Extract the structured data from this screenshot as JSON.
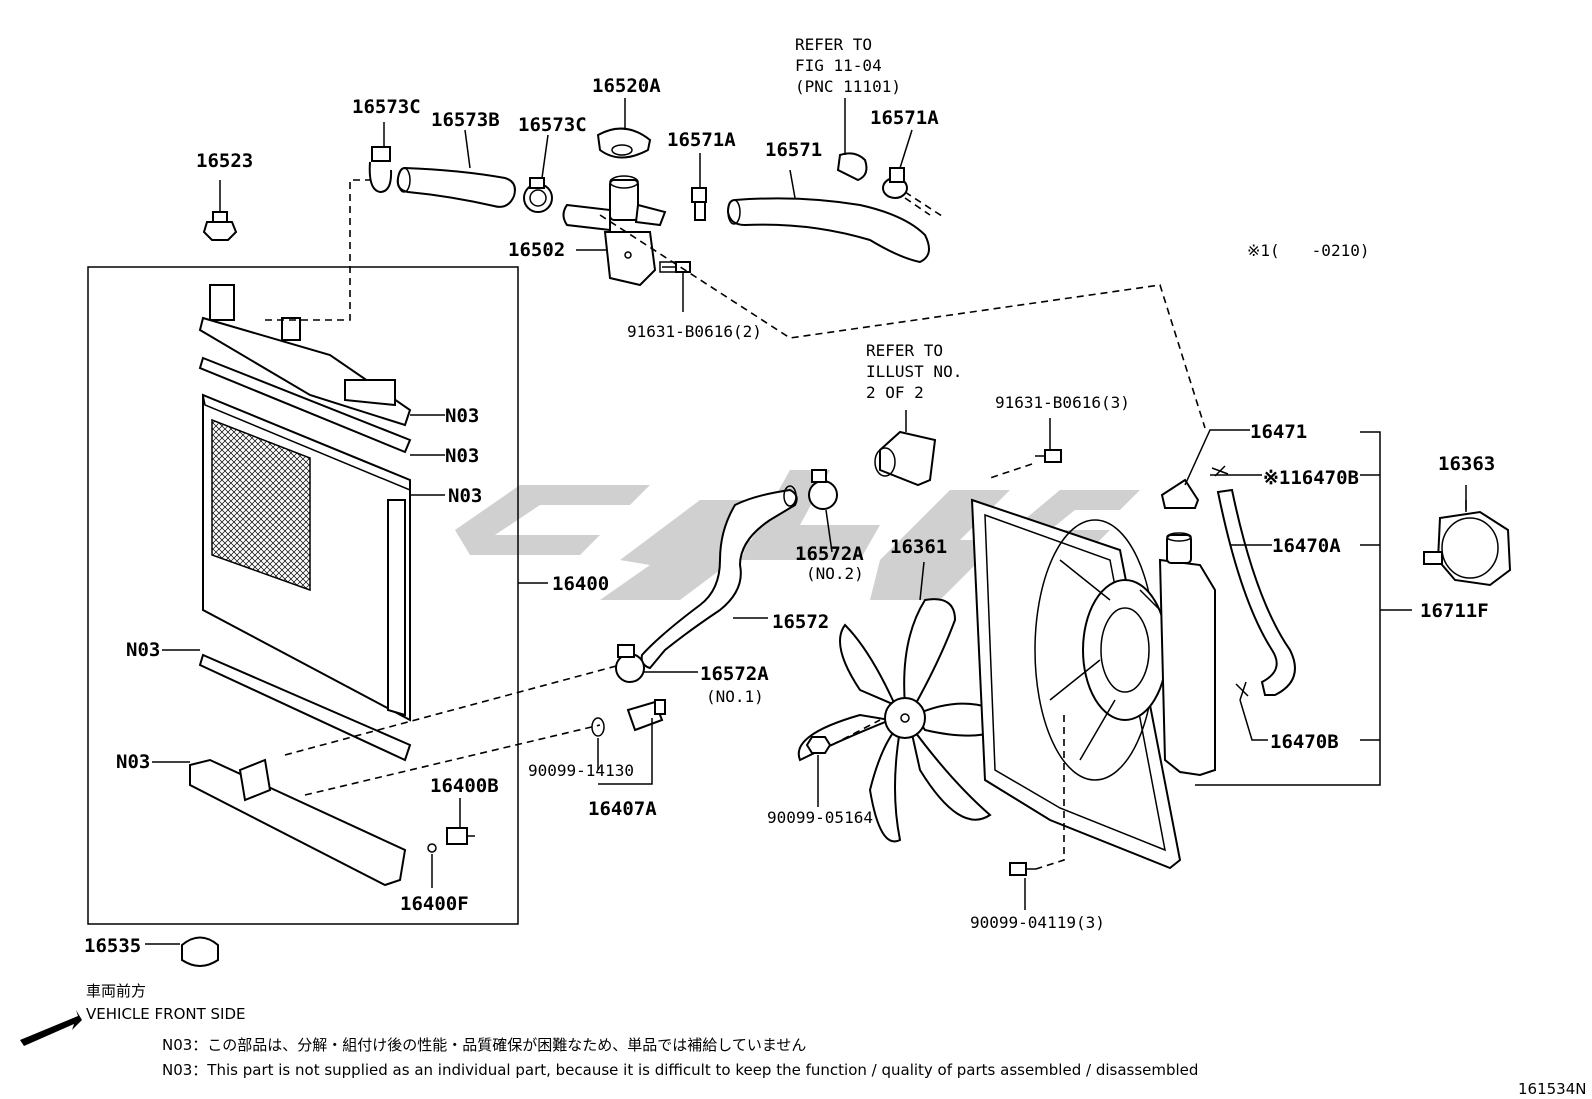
{
  "diagram": {
    "labels": {
      "p16573C_left": "16573C",
      "p16573B": "16573B",
      "p16573C_right": "16573C",
      "p16520A": "16520A",
      "p16571A_left": "16571A",
      "p16571": "16571",
      "p16571A_right": "16571A",
      "p16523": "16523",
      "p16502": "16502",
      "p91631_2": "91631-B0616(2)",
      "n03_1": "N03",
      "n03_2": "N03",
      "n03_3": "N03",
      "n03_4": "N03",
      "n03_5": "N03",
      "p16400": "16400",
      "p16400B": "16400B",
      "p16400F": "16400F",
      "p16535": "16535",
      "p16572A_no2": "16572A",
      "p16572A_no2_sub": "(NO.2)",
      "p16572": "16572",
      "p16572A_no1": "16572A",
      "p16572A_no1_sub": "(NO.1)",
      "p90099_14130": "90099-14130",
      "p16407A": "16407A",
      "p16361": "16361",
      "p90099_05164": "90099-05164",
      "p91631_3": "91631-B0616(3)",
      "p90099_04119": "90099-04119(3)",
      "p16471": "16471",
      "p16470B_top": "※116470B",
      "p16470A": "16470A",
      "p16470B_bottom": "16470B",
      "p16363": "16363",
      "p16711F": "16711F",
      "footnote_mark": "※1(　　-0210)"
    },
    "refer_to_fig": [
      "REFER TO",
      "FIG 11-04",
      "(PNC 11101)"
    ],
    "refer_to_illust": [
      "REFER TO",
      "ILLUST NO.",
      "2 OF 2"
    ],
    "front_side_jp": "車両前方",
    "front_side_en": "VEHICLE FRONT SIDE",
    "note_jp": "N03：この部品は、分解・組付け後の性能・品質確保が困難なため、単品では補給していません",
    "note_en": "N03：This part is not supplied as an individual part, because it is difficult to keep the function / quality of parts assembled / disassembled",
    "figure_id": "161534N"
  },
  "colors": {
    "line": "#000000",
    "watermark": "#c8c8c8",
    "background": "#ffffff"
  },
  "icons": {
    "front_arrow": "arrow-left-down-icon"
  }
}
